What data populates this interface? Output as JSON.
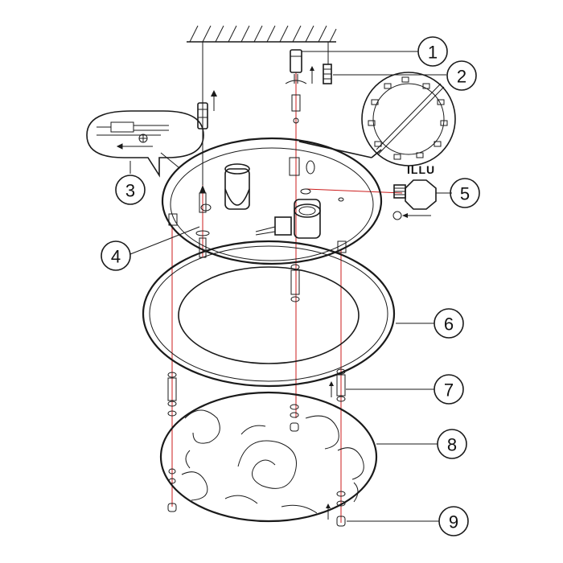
{
  "diagram": {
    "callouts": [
      {
        "id": "c1",
        "number": "1"
      },
      {
        "id": "c2",
        "number": "2"
      },
      {
        "id": "c3",
        "number": "3"
      },
      {
        "id": "c4",
        "number": "4"
      },
      {
        "id": "c5",
        "number": "5"
      },
      {
        "id": "c6",
        "number": "6"
      },
      {
        "id": "c7",
        "number": "7"
      },
      {
        "id": "c8",
        "number": "8"
      },
      {
        "id": "c9",
        "number": "9"
      }
    ],
    "bulb_label": "ILLU"
  },
  "colors": {
    "ink": "#1a1a1a",
    "guide": "#cc1d1d",
    "background": "#ffffff"
  }
}
